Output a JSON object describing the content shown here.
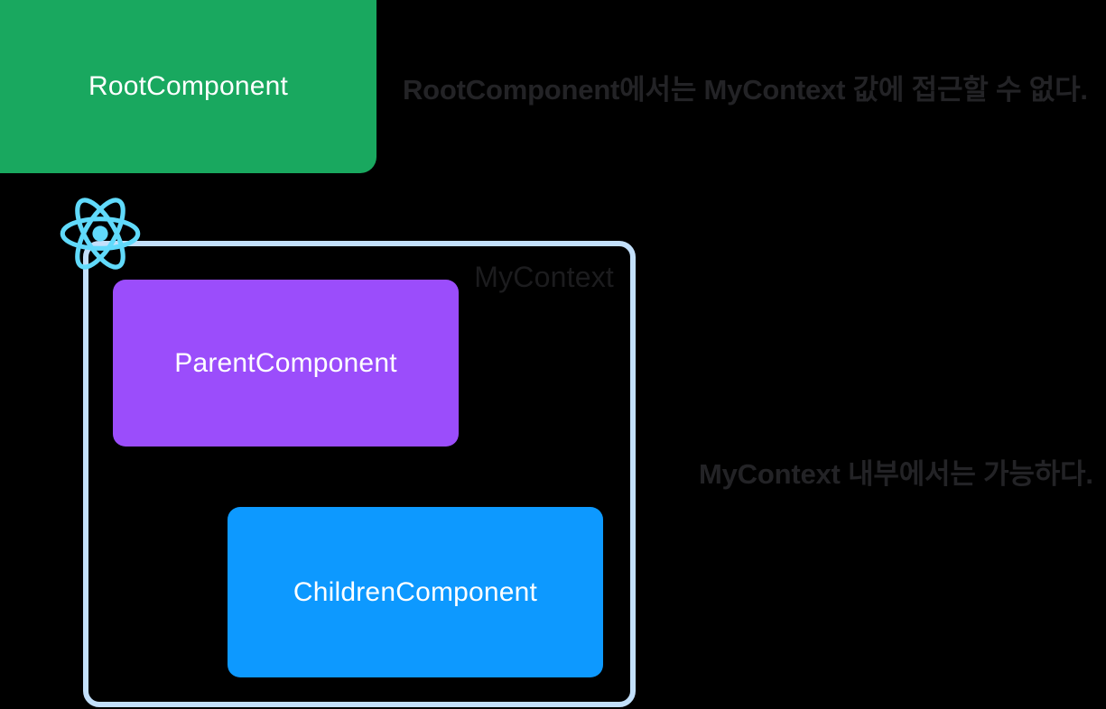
{
  "diagram": {
    "title": "React Context scope diagram",
    "background_color": "#000000",
    "boxes": {
      "root": {
        "label": "RootComponent",
        "color": "#19a85f",
        "text_color": "#ffffff"
      },
      "parent": {
        "label": "ParentComponent",
        "color": "#9b4dfb",
        "text_color": "#ffffff"
      },
      "children": {
        "label": "ChildrenComponent",
        "color": "#0d99ff",
        "text_color": "#ffffff"
      }
    },
    "context_container": {
      "label": "MyContext",
      "border_color": "#c3e0fb",
      "label_color": "#1c1c1e"
    },
    "logo": {
      "name": "react-logo",
      "color": "#61dafb"
    },
    "captions": {
      "root_caption": "RootComponent에서는 MyContext 값에 접근할 수 없다.",
      "context_caption": "MyContext 내부에서는 가능하다.",
      "color": "#232326"
    }
  }
}
